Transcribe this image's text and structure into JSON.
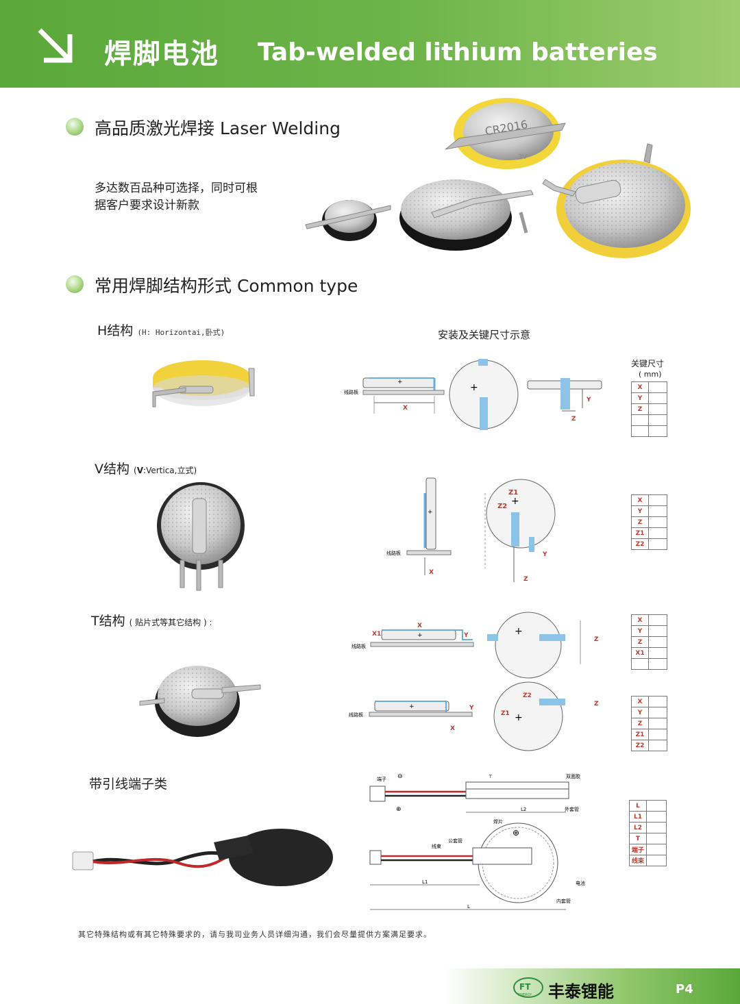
{
  "header": {
    "title_cn": "焊脚电池",
    "title_en": "Tab-welded lithium batteries"
  },
  "laser": {
    "title": "高品质激光焊接 Laser Welding",
    "desc_line1": "多达数百品种可选择，同时可根",
    "desc_line2": "据客户要求设计新款",
    "battery_print_1": "CR2016",
    "battery_print_2": "3V"
  },
  "common": {
    "title": "常用焊脚结构形式 Common type",
    "diagram_title": "安装及关键尺寸示意",
    "key_dim_title": "关键尺寸",
    "key_dim_unit": "( mm)"
  },
  "h_type": {
    "title": "H结构",
    "note": "(H: Horizontai,卧式)",
    "board_label": "线路板",
    "dims": [
      "X",
      "Y",
      "Z"
    ]
  },
  "v_type": {
    "title": "V结构",
    "note_bold": "V",
    "note": ":Vertica,立式)",
    "note_open": "(",
    "board_label": "线路板",
    "dims": [
      "X",
      "Y",
      "Z",
      "Z1",
      "Z2"
    ]
  },
  "t_type": {
    "title": "T结构",
    "note": "( 贴片式等其它结构 ) :",
    "board_label": "线路板",
    "dims_a": [
      "X",
      "Y",
      "Z",
      "X1"
    ],
    "dims_b": [
      "X",
      "Y",
      "Z",
      "Z1",
      "Z2"
    ]
  },
  "lead_type": {
    "title": "带引线端子类",
    "labels": {
      "terminal": "端子",
      "double_tape": "双面胶",
      "outer_sleeve": "外套管",
      "weld_tab": "焊片",
      "male_pin": "公套管",
      "harness": "线束",
      "battery": "电池",
      "inner_sleeve": "内套管",
      "t": "T",
      "l": "L",
      "l1": "L1",
      "l2": "L2"
    },
    "dims": [
      "L",
      "L1",
      "L2",
      "T",
      "端子",
      "线束"
    ]
  },
  "footnote": "其它特殊结构或有其它特殊要求的，请与我司业务人员详细沟通，我们会尽量提供方案满足要求。",
  "footer": {
    "logo_mark": "FT",
    "logo_sub": "ENERGY",
    "brand": "丰泰锂能",
    "page": "P4"
  },
  "colors": {
    "brand_green": "#5aa83a",
    "accent_blue": "#8cc4e8",
    "dim_red": "#c0392b"
  }
}
